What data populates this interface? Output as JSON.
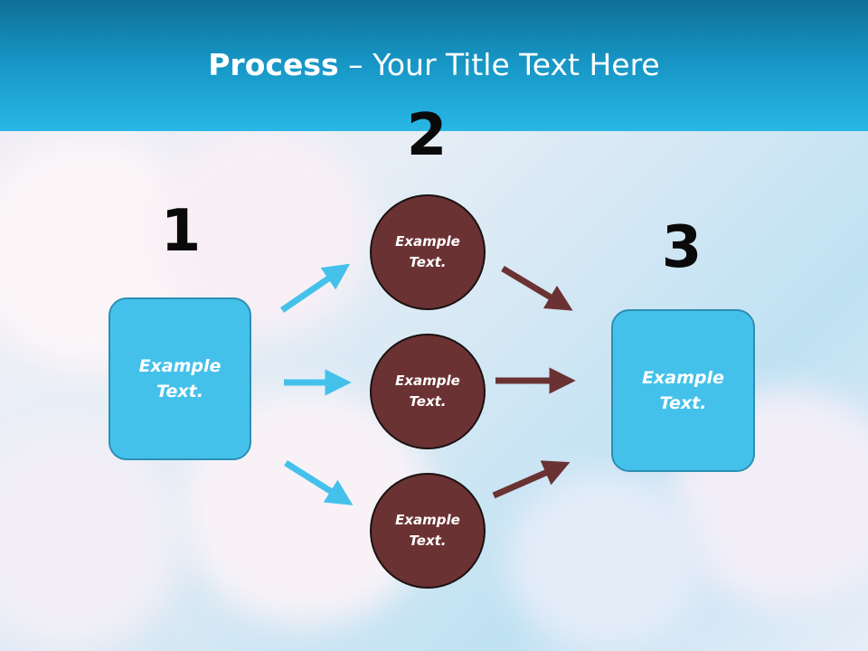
{
  "slide": {
    "title_bold": "Process",
    "title_rest": " – Your Title Text Here"
  },
  "steps": {
    "one": {
      "number": "1",
      "label": "Example\nText."
    },
    "two": {
      "number": "2"
    },
    "three": {
      "number": "3",
      "label": "Example\nText."
    }
  },
  "circles": [
    {
      "label": "Example\nText."
    },
    {
      "label": "Example\nText."
    },
    {
      "label": "Example\nText."
    }
  ],
  "colors": {
    "header": "#1694c3",
    "box_fill": "#44c1ea",
    "circle_fill": "#6b3233",
    "arrow_blue": "#44c1ea",
    "arrow_brown": "#6b3233"
  }
}
